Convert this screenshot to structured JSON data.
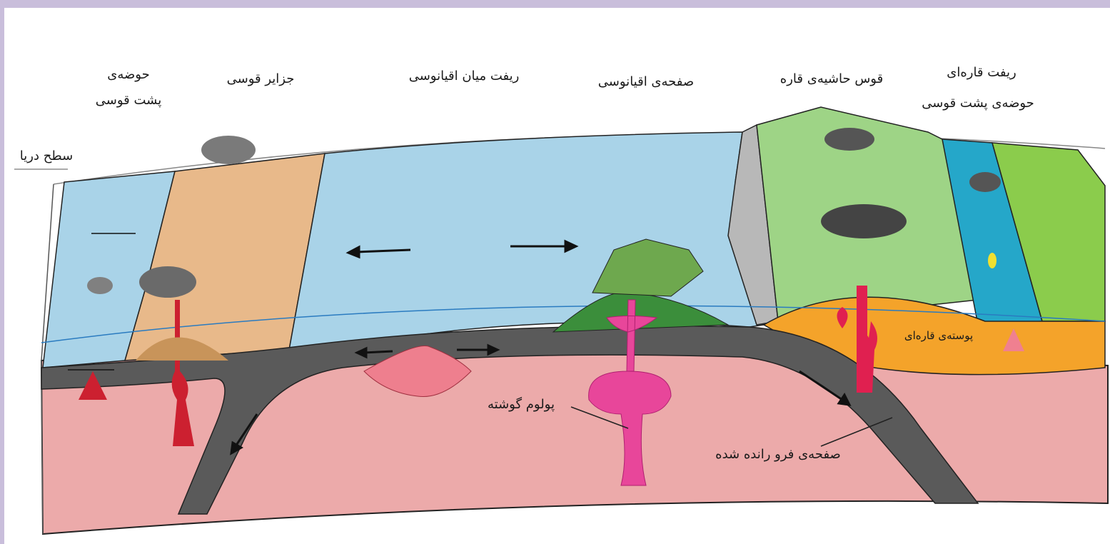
{
  "labels": {
    "back_arc_basin": "حوضه‌ی",
    "back_arc_basin_2": "پشت قوسی",
    "island_arc": "جزایر قوسی",
    "mid_ocean_ridge": "ریفت میان اقیانوسی",
    "oceanic_plate": "صفحه‌ی اقیانوسی",
    "continental_margin_arc": "قوس حاشیه‌ی قاره",
    "continental_rift": "ریفت قاره‌ای",
    "continental_rift_2": "حوضه‌ی پشت قوسی",
    "sea_level": "سطح دریا",
    "continental_crust": "پوسته‌ی قاره‌ای",
    "mantle_plume": "پولوم گوشته",
    "subducted_plate": "صفحه‌ی فرو رانده شده"
  },
  "colors": {
    "frame": "#c9bedb",
    "ocean": "#a9d3e8",
    "mantle": "#ecaaaa",
    "plate": "#5a5a5a",
    "island_arc": "#e8b98a",
    "continent_green": "#9ed486",
    "continent_rift_blue": "#25a7c9",
    "continental_crust": "#f4a32a",
    "magma_red": "#cc2030",
    "plume_pink": "#e8469a",
    "ridge_pink": "#ee7f8e",
    "volcano_green": "#6ea84e"
  }
}
